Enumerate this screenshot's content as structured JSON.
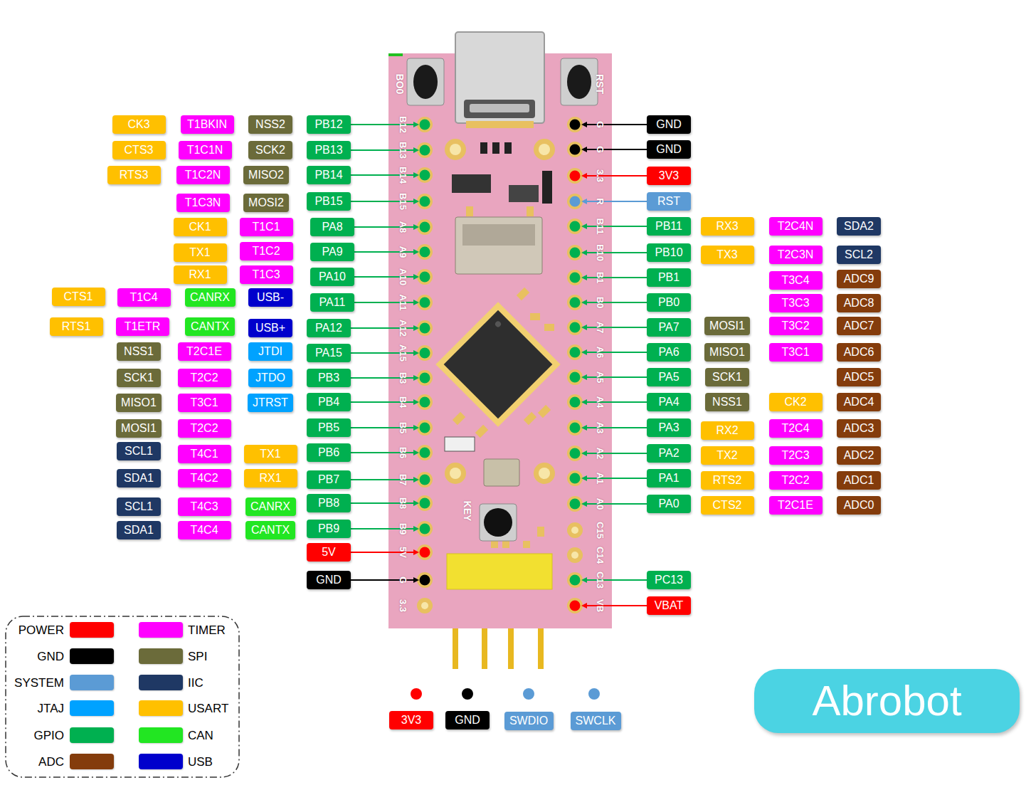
{
  "diagram": {
    "nodes": [
      {
        "text": [
          "CK3"
        ]
      },
      {
        "text": [
          "T1BKIN"
        ]
      },
      {
        "text": [
          "NSS2"
        ]
      },
      {
        "text": [
          "PB12"
        ]
      },
      {
        "text": [
          "CTS3"
        ]
      },
      {
        "text": [
          "T1C1N"
        ]
      },
      {
        "text": [
          "SCK2"
        ]
      },
      {
        "text": [
          "PB13"
        ]
      },
      {
        "text": [
          "RTS3"
        ]
      },
      {
        "text": [
          "T1C2N"
        ]
      },
      {
        "text": [
          "MISO2"
        ]
      },
      {
        "text": [
          "PB14"
        ]
      },
      {
        "text": [
          "T1C3N"
        ]
      },
      {
        "text": [
          "MOSI2"
        ]
      },
      {
        "text": [
          "PB15"
        ]
      },
      {
        "text": [
          "CK1"
        ]
      },
      {
        "text": [
          "T1C1"
        ]
      },
      {
        "text": [
          "PA8"
        ]
      },
      {
        "text": [
          "TX1"
        ]
      },
      {
        "text": [
          "T1C2"
        ]
      },
      {
        "text": [
          "PA9"
        ]
      },
      {
        "text": [
          "RX1"
        ]
      },
      {
        "text": [
          "T1C3"
        ]
      },
      {
        "text": [
          "PA10"
        ]
      },
      {
        "text": [
          "CTS1"
        ]
      },
      {
        "text": [
          "T1C4"
        ]
      },
      {
        "text": [
          "CANRX"
        ]
      },
      {
        "text": [
          "USB-"
        ]
      },
      {
        "text": [
          "PA11"
        ]
      },
      {
        "text": [
          "RTS1"
        ]
      },
      {
        "text": [
          "T1ETR"
        ]
      },
      {
        "text": [
          "CANTX"
        ]
      },
      {
        "text": [
          "USB+"
        ]
      },
      {
        "text": [
          "PA12"
        ]
      },
      {
        "text": [
          "NSS1"
        ]
      },
      {
        "text": [
          "T2C1E"
        ]
      },
      {
        "text": [
          "JTDI"
        ]
      },
      {
        "text": [
          "PA15"
        ]
      },
      {
        "text": [
          "SCK1"
        ]
      },
      {
        "text": [
          "T2C2"
        ]
      },
      {
        "text": [
          "JTDO"
        ]
      },
      {
        "text": [
          "PB3"
        ]
      },
      {
        "text": [
          "MISO1"
        ]
      },
      {
        "text": [
          "T3C1"
        ]
      },
      {
        "text": [
          "JTRST"
        ]
      },
      {
        "text": [
          "PB4"
        ]
      },
      {
        "text": [
          "MOSI1"
        ]
      },
      {
        "text": [
          "T2C2"
        ]
      },
      {
        "text": [
          "PB5"
        ]
      },
      {
        "text": [
          "SCL1"
        ]
      },
      {
        "text": [
          "T4C1"
        ]
      },
      {
        "text": [
          "TX1"
        ]
      },
      {
        "text": [
          "PB6"
        ]
      },
      {
        "text": [
          "SDA1"
        ]
      },
      {
        "text": [
          "T4C2"
        ]
      },
      {
        "text": [
          "RX1"
        ]
      },
      {
        "text": [
          "PB7"
        ]
      },
      {
        "text": [
          "SCL1"
        ]
      },
      {
        "text": [
          "T4C3"
        ]
      },
      {
        "text": [
          "CANRX"
        ]
      },
      {
        "text": [
          "PB8"
        ]
      },
      {
        "text": [
          "SDA1"
        ]
      },
      {
        "text": [
          "T4C4"
        ]
      },
      {
        "text": [
          "CANTX"
        ]
      },
      {
        "text": [
          "PB9"
        ]
      },
      {
        "text": [
          "5V"
        ]
      },
      {
        "text": [
          "GND"
        ]
      },
      {
        "text": [
          "GND"
        ]
      },
      {
        "text": [
          "GND"
        ]
      },
      {
        "text": [
          "3V3"
        ]
      },
      {
        "text": [
          "RST"
        ]
      },
      {
        "text": [
          "PB11"
        ]
      },
      {
        "text": [
          "RX3"
        ]
      },
      {
        "text": [
          "T2C4N"
        ]
      },
      {
        "text": [
          "SDA2"
        ]
      },
      {
        "text": [
          "PB10"
        ]
      },
      {
        "text": [
          "TX3"
        ]
      },
      {
        "text": [
          "T2C3N"
        ]
      },
      {
        "text": [
          "SCL2"
        ]
      },
      {
        "text": [
          "PB1"
        ]
      },
      {
        "text": [
          "T3C4"
        ]
      },
      {
        "text": [
          "ADC9"
        ]
      },
      {
        "text": [
          "PB0"
        ]
      },
      {
        "text": [
          "T3C3"
        ]
      },
      {
        "text": [
          "ADC8"
        ]
      },
      {
        "text": [
          "PA7"
        ]
      },
      {
        "text": [
          "MOSI1"
        ]
      },
      {
        "text": [
          "T3C2"
        ]
      },
      {
        "text": [
          "ADC7"
        ]
      },
      {
        "text": [
          "PA6"
        ]
      },
      {
        "text": [
          "MISO1"
        ]
      },
      {
        "text": [
          "T3C1"
        ]
      },
      {
        "text": [
          "ADC6"
        ]
      },
      {
        "text": [
          "PA5"
        ]
      },
      {
        "text": [
          "SCK1"
        ]
      },
      {
        "text": [
          "ADC5"
        ]
      },
      {
        "text": [
          "PA4"
        ]
      },
      {
        "text": [
          "NSS1"
        ]
      },
      {
        "text": [
          "CK2"
        ]
      },
      {
        "text": [
          "ADC4"
        ]
      },
      {
        "text": [
          "PA3"
        ]
      },
      {
        "text": [
          "RX2"
        ]
      },
      {
        "text": [
          "T2C4"
        ]
      },
      {
        "text": [
          "ADC3"
        ]
      },
      {
        "text": [
          "PA2"
        ]
      },
      {
        "text": [
          "TX2"
        ]
      },
      {
        "text": [
          "T2C3"
        ]
      },
      {
        "text": [
          "ADC2"
        ]
      },
      {
        "text": [
          "PA1"
        ]
      },
      {
        "text": [
          "RTS2"
        ]
      },
      {
        "text": [
          "T2C2"
        ]
      },
      {
        "text": [
          "ADC1"
        ]
      },
      {
        "text": [
          "PA0"
        ]
      },
      {
        "text": [
          "CTS2"
        ]
      },
      {
        "text": [
          "T2C1E"
        ]
      },
      {
        "text": [
          "ADC0"
        ]
      },
      {
        "text": [
          "PC13"
        ]
      },
      {
        "text": [
          "VBAT"
        ]
      },
      {
        "text": [
          "3V3"
        ]
      },
      {
        "text": [
          "GND"
        ]
      },
      {
        "text": [
          "SWDIO"
        ]
      },
      {
        "text": [
          "SWCLK"
        ]
      },
      {
        "text": [
          "Abrobot"
        ]
      }
    ],
    "labels": [
      "BO0",
      "RST",
      "B12",
      "B13",
      "B14",
      "B15",
      "A8",
      "A9",
      "A10",
      "A11",
      "A12",
      "A15",
      "B3",
      "B4",
      "B5",
      "B6",
      "B7",
      "B8",
      "B9",
      "5V",
      "G",
      "3.3",
      "G",
      "G",
      "3.3",
      "R",
      "B11",
      "B10",
      "B1",
      "B0",
      "A7",
      "A6",
      "A5",
      "A4",
      "A3",
      "A2",
      "A1",
      "A0",
      "C15",
      "C14",
      "C13",
      "VB",
      "KEY"
    ],
    "legend": [
      {
        "text": "POWER",
        "color": "#FF0000"
      },
      {
        "text": "GND",
        "color": "#000000"
      },
      {
        "text": "SYSTEM",
        "color": "#5B9BD5"
      },
      {
        "text": "JTAJ",
        "color": "#00A2FF"
      },
      {
        "text": "GPIO",
        "color": "#00B050"
      },
      {
        "text": "ADC",
        "color": "#843C0C"
      },
      {
        "text": "TIMER",
        "color": "#FF00FF"
      },
      {
        "text": "SPI",
        "color": "#6B6B3A"
      },
      {
        "text": "IIC",
        "color": "#1F3864"
      },
      {
        "text": "USART",
        "color": "#FFC000"
      },
      {
        "text": "CAN",
        "color": "#22E622"
      },
      {
        "text": "USB",
        "color": "#0000CC"
      }
    ]
  }
}
